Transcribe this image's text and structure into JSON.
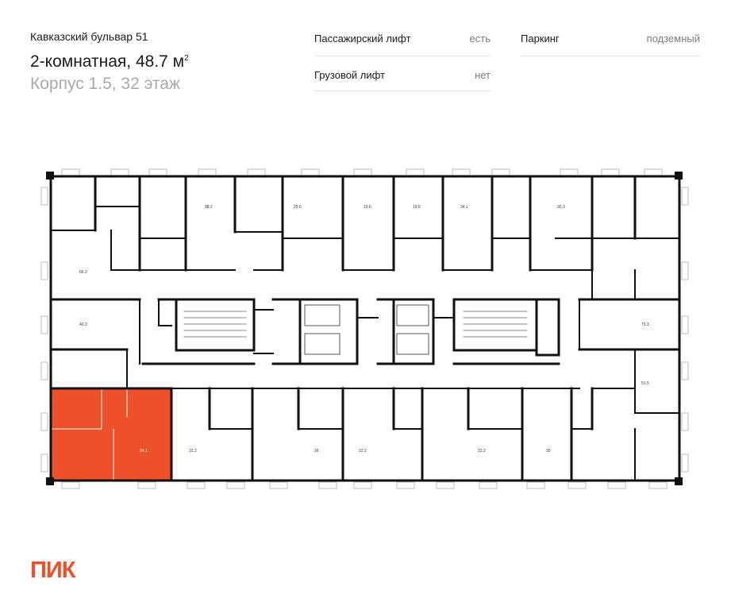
{
  "header": {
    "project_name": "Кавказский бульвар 51",
    "apartment_title": "2-комнатная, 48.7 м",
    "area_unit_superscript": "2",
    "building_floor": "Корпус 1.5, 32 этаж"
  },
  "info": {
    "passenger_lift_label": "Пассажирский лифт",
    "passenger_lift_value": "есть",
    "cargo_lift_label": "Грузовой лифт",
    "cargo_lift_value": "нет",
    "parking_label": "Паркинг",
    "parking_value": "подземный"
  },
  "floor_plan": {
    "highlight_color": "#ee5129",
    "wall_color": "#111111",
    "room_labels": [
      "98.2",
      "25.6",
      "19.6",
      "19.6",
      "34.1",
      "30.3",
      "66.2",
      "40.2",
      "73.3",
      "51.5",
      "24.1",
      "22.2",
      "26",
      "22.2",
      "22.2",
      "30"
    ]
  },
  "brand": {
    "logo_text": "ПИК",
    "color": "#ee5129"
  }
}
